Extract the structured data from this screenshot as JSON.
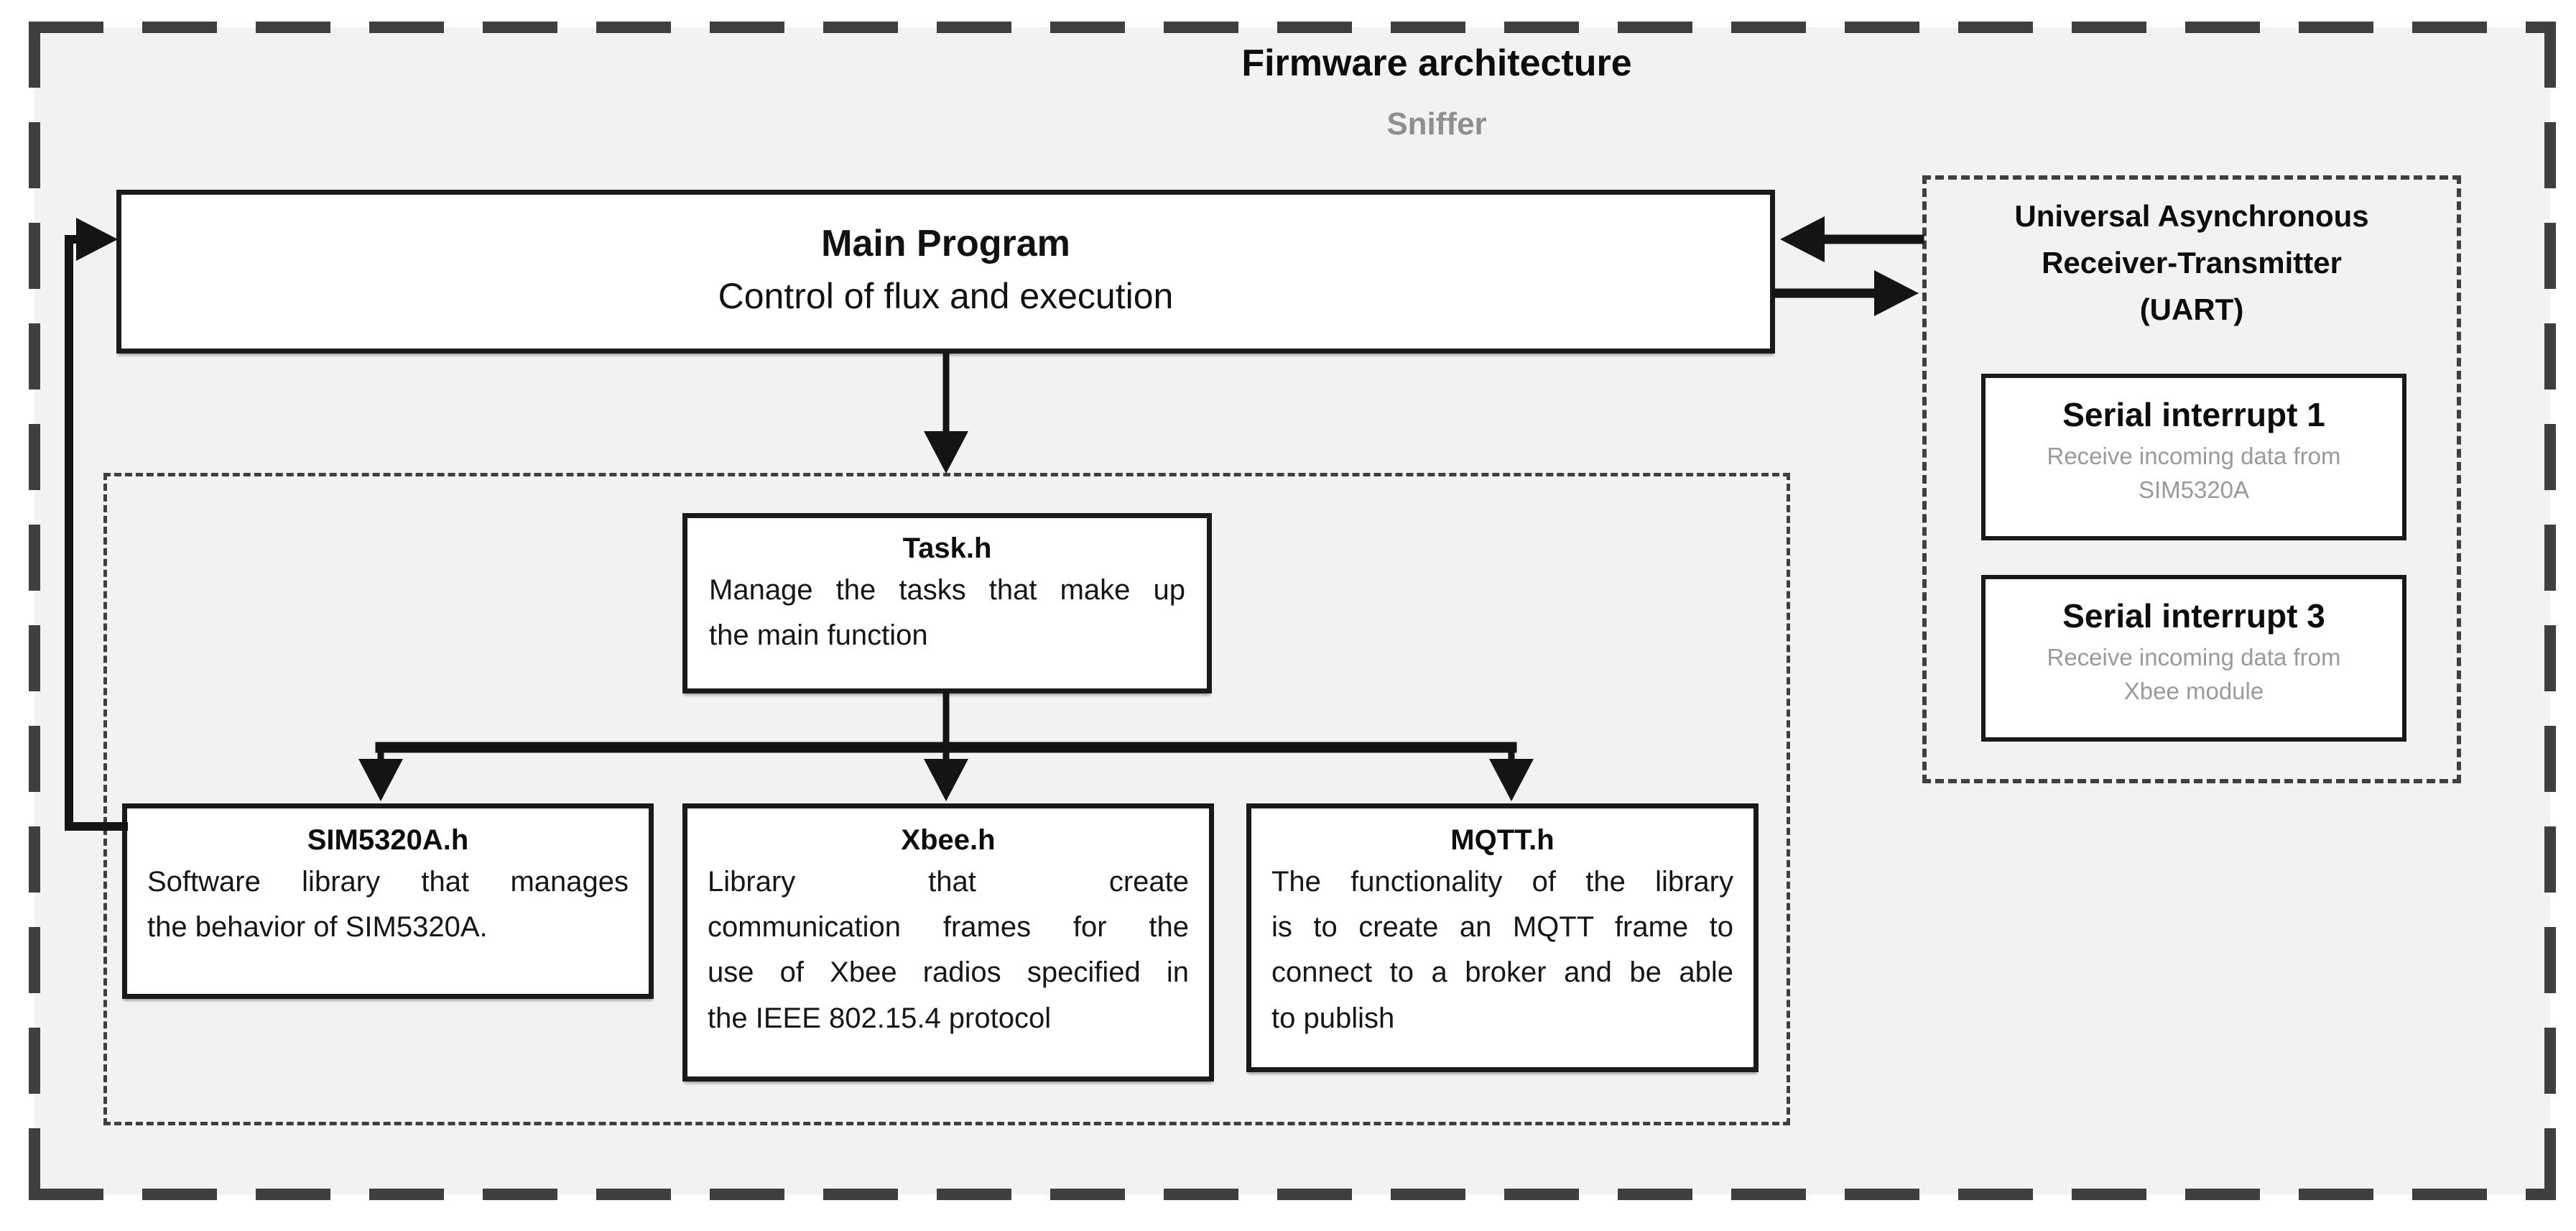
{
  "diagram": {
    "title": "Firmware architecture",
    "subtitle": "Sniffer",
    "colors": {
      "page_background": "#ffffff",
      "frame_fill": "#f2f2f2",
      "dash_border": "#3f3f3f",
      "box_fill": "#ffffff",
      "box_border": "#1a1a1a",
      "line": "#111111",
      "muted_text": "#9a9a9a",
      "subtitle_text": "#8f8f8f"
    },
    "nodes": {
      "main_program": {
        "title": "Main Program",
        "description": "Control of flux and execution"
      },
      "uart": {
        "title_lines": [
          "Universal Asynchronous",
          "Receiver-Transmitter",
          "(UART)"
        ],
        "interrupts": [
          {
            "title": "Serial interrupt 1",
            "description_lines": [
              "Receive incoming data from",
              "SIM5320A"
            ]
          },
          {
            "title": "Serial interrupt 3",
            "description_lines": [
              "Receive incoming data from",
              "Xbee module"
            ]
          }
        ]
      },
      "task": {
        "title": "Task.h",
        "body_lines": [
          "Manage the tasks that make up",
          "the main function"
        ]
      },
      "sim5320a": {
        "title": "SIM5320A.h",
        "body_lines": [
          "Software library that manages",
          "the behavior of SIM5320A."
        ]
      },
      "xbee": {
        "title": "Xbee.h",
        "body_lines": [
          "Library that create",
          "communication frames for the",
          "use of  Xbee radios specified in",
          "the IEEE 802.15.4 protocol"
        ]
      },
      "mqtt": {
        "title": "MQTT.h",
        "body_lines": [
          "The functionality of the library",
          "is to create an MQTT frame to",
          "connect to a broker and be able",
          "to publish"
        ]
      }
    },
    "edges": [
      {
        "from": "uart",
        "to": "main_program",
        "type": "arrow"
      },
      {
        "from": "main_program",
        "to": "uart",
        "type": "arrow"
      },
      {
        "from": "main_program",
        "to": "task_group",
        "type": "arrow"
      },
      {
        "from": "task",
        "to": "sim5320a",
        "type": "arrow"
      },
      {
        "from": "task",
        "to": "xbee",
        "type": "arrow"
      },
      {
        "from": "task",
        "to": "mqtt",
        "type": "arrow"
      },
      {
        "from": "sim5320a",
        "to": "main_program",
        "type": "feedback-arrow"
      }
    ]
  }
}
